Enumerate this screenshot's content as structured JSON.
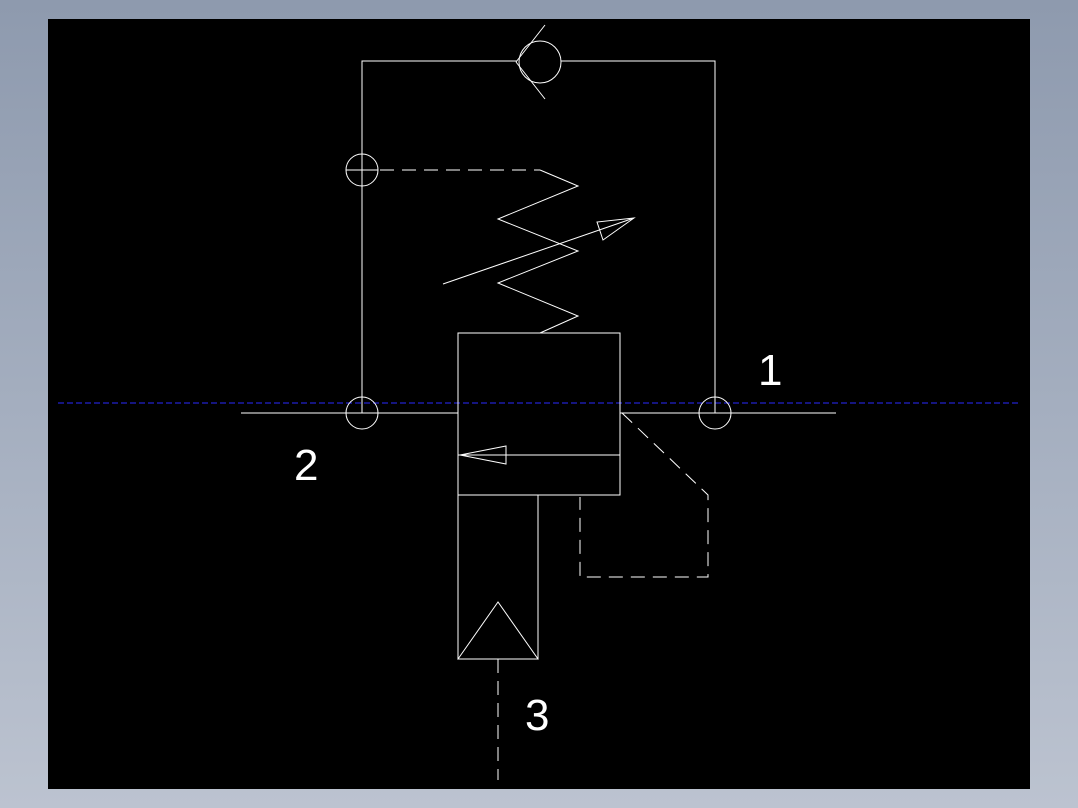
{
  "diagram": {
    "ports": {
      "port_1": "1",
      "port_2": "2",
      "port_3": "3"
    },
    "colors": {
      "background": "#000000",
      "line": "#ffffff",
      "centerline": "#2a2aff",
      "frame": "#9aa4b6"
    }
  }
}
